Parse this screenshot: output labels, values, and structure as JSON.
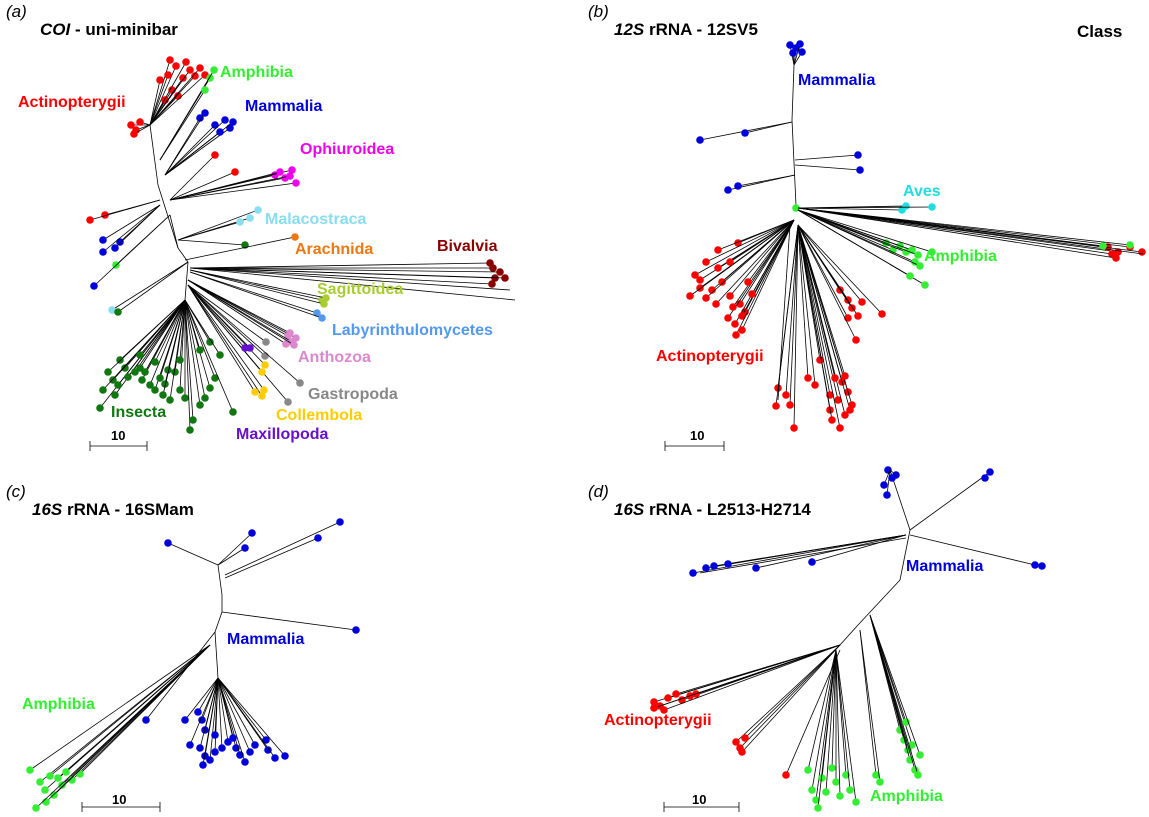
{
  "colors": {
    "Actinopterygii": "#ff0000",
    "Amphibia": "#33ee33",
    "Mammalia": "#0000dd",
    "Ophiuroidea": "#ee00ee",
    "Malacostraca": "#88ddee",
    "Arachnida": "#ee7711",
    "Bivalvia": "#880000",
    "Sagittoidea": "#aacc33",
    "Labyrinthulomycetes": "#5599ee",
    "Anthozoa": "#dd88cc",
    "Gastropoda": "#888888",
    "Collembola": "#ffcc00",
    "Maxillopoda": "#6611cc",
    "Insecta": "#117711",
    "Aves": "#22dddd"
  },
  "panels": [
    {
      "letter": "(a)",
      "gene": "COI",
      "rest": " - uni-minibar",
      "scale": "10",
      "taxa": [
        {
          "name": "Actinopterygii"
        },
        {
          "name": "Amphibia"
        },
        {
          "name": "Mammalia"
        },
        {
          "name": "Ophiuroidea"
        },
        {
          "name": "Malacostraca"
        },
        {
          "name": "Arachnida"
        },
        {
          "name": "Bivalvia"
        },
        {
          "name": "Sagittoidea"
        },
        {
          "name": "Labyrinthulomycetes"
        },
        {
          "name": "Anthozoa"
        },
        {
          "name": "Gastropoda"
        },
        {
          "name": "Insecta"
        },
        {
          "name": "Collembola"
        },
        {
          "name": "Maxillopoda"
        }
      ]
    },
    {
      "letter": "(b)",
      "gene": "12S",
      "rest": " rRNA - 12SV5",
      "scale": "10",
      "extra": "Class",
      "taxa": [
        {
          "name": "Mammalia"
        },
        {
          "name": "Aves"
        },
        {
          "name": "Amphibia"
        },
        {
          "name": "Actinopterygii"
        }
      ]
    },
    {
      "letter": "(c)",
      "gene": "16S",
      "rest": " rRNA - 16SMam",
      "scale": "10",
      "taxa": [
        {
          "name": "Mammalia"
        },
        {
          "name": "Amphibia"
        }
      ]
    },
    {
      "letter": "(d)",
      "gene": "16S",
      "rest": " rRNA - L2513-H2714",
      "scale": "10",
      "taxa": [
        {
          "name": "Mammalia"
        },
        {
          "name": "Actinopterygii"
        },
        {
          "name": "Amphibia"
        }
      ]
    }
  ]
}
